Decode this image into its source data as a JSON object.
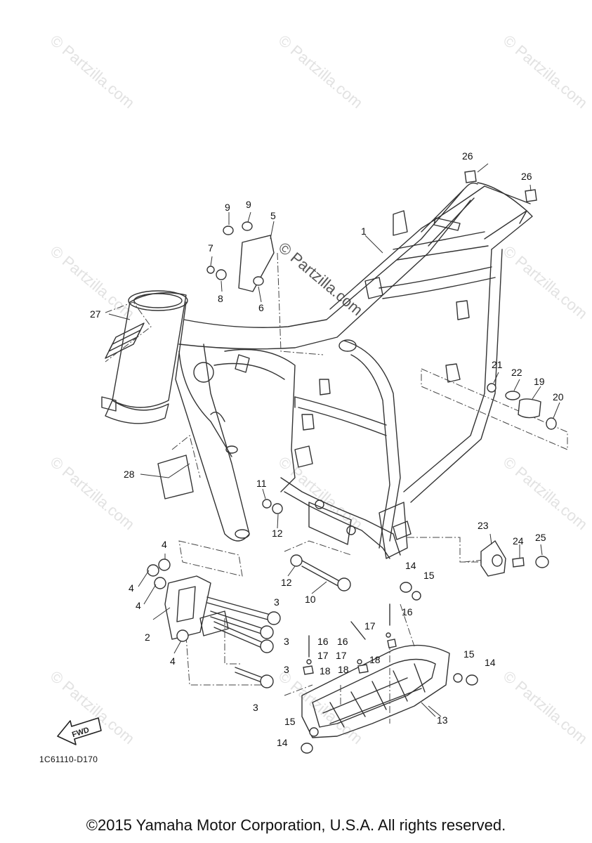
{
  "diagram": {
    "callouts": [
      "1",
      "2",
      "3",
      "4",
      "5",
      "6",
      "7",
      "8",
      "9",
      "10",
      "11",
      "12",
      "13",
      "14",
      "15",
      "16",
      "17",
      "18",
      "19",
      "20",
      "21",
      "22",
      "23",
      "24",
      "25",
      "26",
      "27",
      "28"
    ],
    "watermark": "© Partzilla.com",
    "fwd_label": "FWD",
    "figure_code": "1C61110-D170",
    "copyright": "©2015 Yamaha Motor Corporation, U.S.A. All rights reserved."
  },
  "icons": {
    "direction": "fwd-arrow-icon"
  }
}
